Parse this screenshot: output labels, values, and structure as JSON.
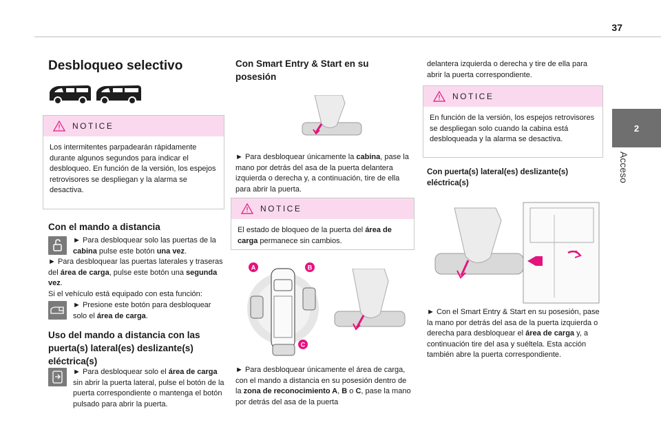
{
  "page": {
    "number": "37",
    "section_tab": "2",
    "section_label": "Acceso"
  },
  "col1": {
    "title": "Desbloqueo selectivo",
    "notice": {
      "label": "NOTICE",
      "text": "Los intermitentes parpadearán rápidamente durante algunos segundos para indicar el desbloqueo. En función de la versión, los espejos retrovisores se despliegan y la alarma se desactiva."
    },
    "remote": {
      "heading": "Con el mando a distancia",
      "p1_a": "► Para desbloquear solo las puertas de la ",
      "p1_b": "cabina",
      "p1_c": " pulse este botón ",
      "p1_d": "una vez",
      "p1_e": ".",
      "p2_a": "► Para desbloquear las puertas laterales y traseras del ",
      "p2_b": "área de carga",
      "p2_c": ", pulse este botón una ",
      "p2_d": "segunda vez",
      "p2_e": ".",
      "p3": "Si el vehículo está equipado con esta función:",
      "p4_a": "► Presione este botón para desbloquear solo el ",
      "p4_b": "área de carga",
      "p4_c": "."
    },
    "sliding": {
      "heading": "Uso del mando a distancia con las puerta(s) lateral(es) deslizante(s) eléctrica(s)",
      "p_a": "► Para desbloquear solo el ",
      "p_b": "área de carga",
      "p_c": " sin abrir la puerta lateral, pulse el botón de la puerta correspondiente o mantenga el botón pulsado para abrir la puerta."
    }
  },
  "col2": {
    "heading": "Con Smart Entry & Start en su posesión",
    "p1_a": "► Para desbloquear únicamente la ",
    "p1_b": "cabina",
    "p1_c": ", pase la mano por detrás del asa de la puerta delantera izquierda o derecha y, a continuación, tire de ella para abrir la puerta.",
    "notice": {
      "label": "NOTICE",
      "text_a": "El estado de bloqueo de la puerta del ",
      "text_b": "área de carga",
      "text_c": " permanece sin cambios."
    },
    "zones": {
      "a": "A",
      "b": "B",
      "c": "C"
    },
    "p2_a": "► Para desbloquear únicamente el área de carga, con el mando a distancia en su posesión dentro de la ",
    "p2_b": "zona de reconocimiento A",
    "p2_c": ", ",
    "p2_d": "B",
    "p2_e": " o ",
    "p2_f": "C",
    "p2_g": ", pase la mano por detrás del asa de la puerta"
  },
  "col3": {
    "p1": "delantera izquierda o derecha y tire de ella para abrir la puerta correspondiente.",
    "notice": {
      "label": "NOTICE",
      "text": "En función de la versión, los espejos retrovisores se despliegan solo cuando la cabina está desbloqueada y la alarma se desactiva."
    },
    "heading": "Con puerta(s) lateral(es) deslizante(s) eléctrica(s)",
    "p2_a": "► Con el Smart Entry & Start en su posesión, pase la mano por detrás del asa de la puerta izquierda o derecha para desbloquear el ",
    "p2_b": "área de carga",
    "p2_c": " y, a continuación tire del asa y suéltela. Esta acción también abre la puerta correspondiente."
  },
  "colors": {
    "notice_bar": "#fad9ee",
    "accent": "#e5137f",
    "tab": "#6f6f6f"
  }
}
